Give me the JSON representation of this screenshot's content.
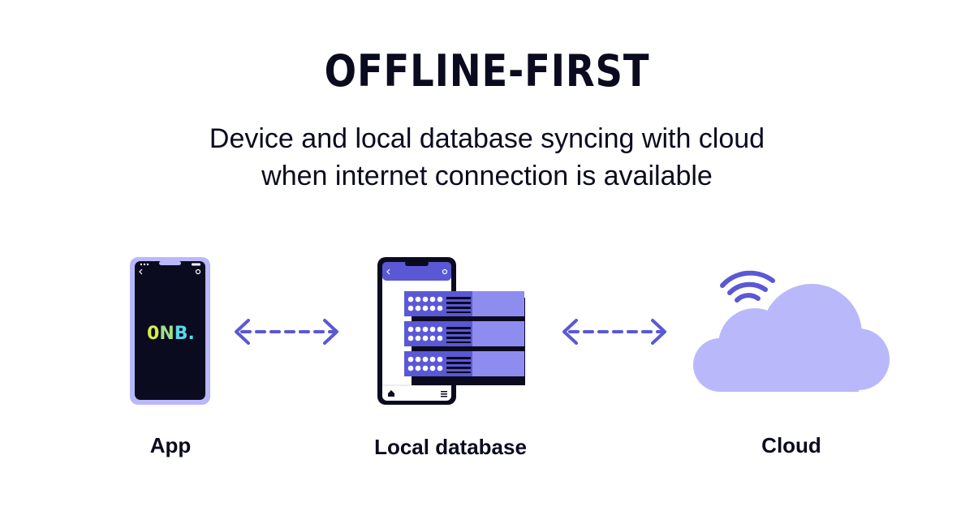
{
  "title": "OFFLINE-FIRST",
  "subtitle": {
    "line1": "Device and local database syncing with cloud",
    "line2": "when internet connection is available"
  },
  "nodes": {
    "app": {
      "label": "App",
      "logo": "0NB."
    },
    "database": {
      "label": "Local database"
    },
    "cloud": {
      "label": "Cloud"
    }
  },
  "colors": {
    "accent": "#5b58d6",
    "lavender": "#b9b8fb",
    "dark": "#0b0b1f",
    "logo_green": "#d3f048",
    "logo_cyan": "#5ad7e8"
  },
  "icons": [
    "phone-icon",
    "server-rack-icon",
    "cloud-icon",
    "wifi-icon",
    "double-arrow-icon"
  ]
}
